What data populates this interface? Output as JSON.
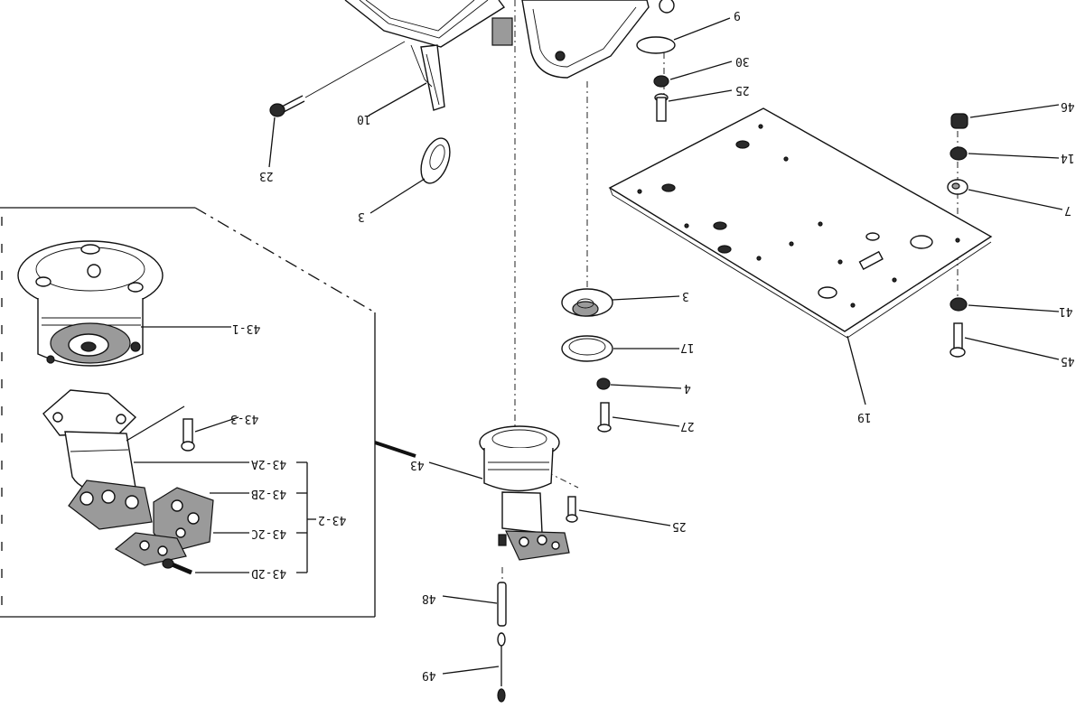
{
  "callouts": {
    "c9": "9",
    "c30": "30",
    "c25a": "25",
    "c10": "10",
    "c23": "23",
    "c3a": "3",
    "c46": "46",
    "c14": "14",
    "c7": "7",
    "c41": "41",
    "c45": "45",
    "c3b": "3",
    "c17": "17",
    "c4": "4",
    "c27": "27",
    "c19": "19",
    "c43_1": "43-1",
    "c43_3": "43-3",
    "c43_2a": "43-2A",
    "c43_2b": "43-2B",
    "c43_2c": "43-2C",
    "c43_2d": "43-2D",
    "c43_2": "43-2",
    "c43": "43",
    "c25b": "25",
    "c48": "48",
    "c49": "49"
  }
}
